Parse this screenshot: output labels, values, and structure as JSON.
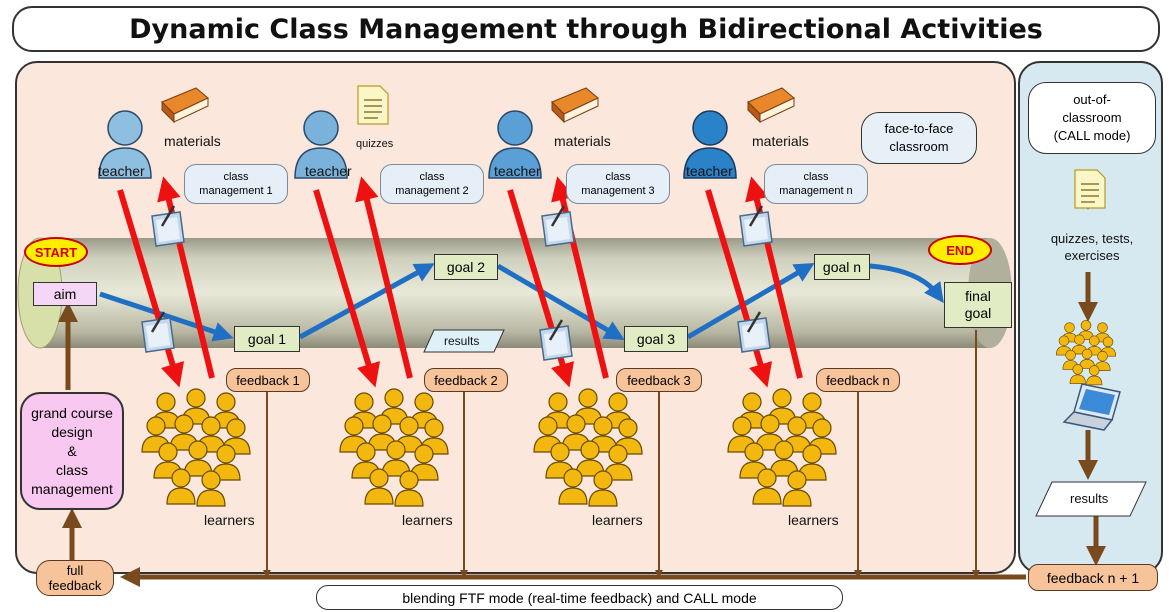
{
  "title": "Dynamic Class Management through Bidirectional Activities",
  "start_label": "START",
  "end_label": "END",
  "aim": "aim",
  "goals": [
    "goal 1",
    "goal 2",
    "goal 3",
    "goal n"
  ],
  "final_goal": [
    "final",
    "goal"
  ],
  "teacher_label": "teacher",
  "learners_label": "learners",
  "materials_label": "materials",
  "quizzes_label": "quizzes",
  "class_management": [
    {
      "line1": "class",
      "line2": "management 1"
    },
    {
      "line1": "class",
      "line2": "management 2"
    },
    {
      "line1": "class",
      "line2": "management 3"
    },
    {
      "line1": "class",
      "line2": "management n"
    }
  ],
  "feedback": [
    "feedback 1",
    "feedback 2",
    "feedback 3",
    "feedback n"
  ],
  "results_label": "results",
  "ftf_classroom": [
    "face-to-face",
    "classroom"
  ],
  "call_box": [
    "out-of-",
    "classroom",
    "(CALL mode)"
  ],
  "call_quizzes": [
    "quizzes, tests,",
    "exercises"
  ],
  "call_results": "results",
  "feedback_n1": "feedback n + 1",
  "grand_course": [
    "grand course",
    "design",
    "&",
    "class",
    "management"
  ],
  "full_feedback": [
    "full",
    "feedback"
  ],
  "blending": "blending FTF mode (real-time feedback) and CALL mode",
  "colors": {
    "arrow_red": "#ee1111",
    "arrow_blue": "#1f6fc5",
    "arrow_brown": "#7a4a1f",
    "learner_yellow": "#f2b810",
    "teacher_blue": "#5a9fd6",
    "pink_bg": "#fbe7dc",
    "call_bg": "#d6e9f0"
  },
  "icons": [
    "teacher-icon",
    "book-icon",
    "document-icon",
    "tablet-icon",
    "learners-icon",
    "laptop-icon"
  ]
}
